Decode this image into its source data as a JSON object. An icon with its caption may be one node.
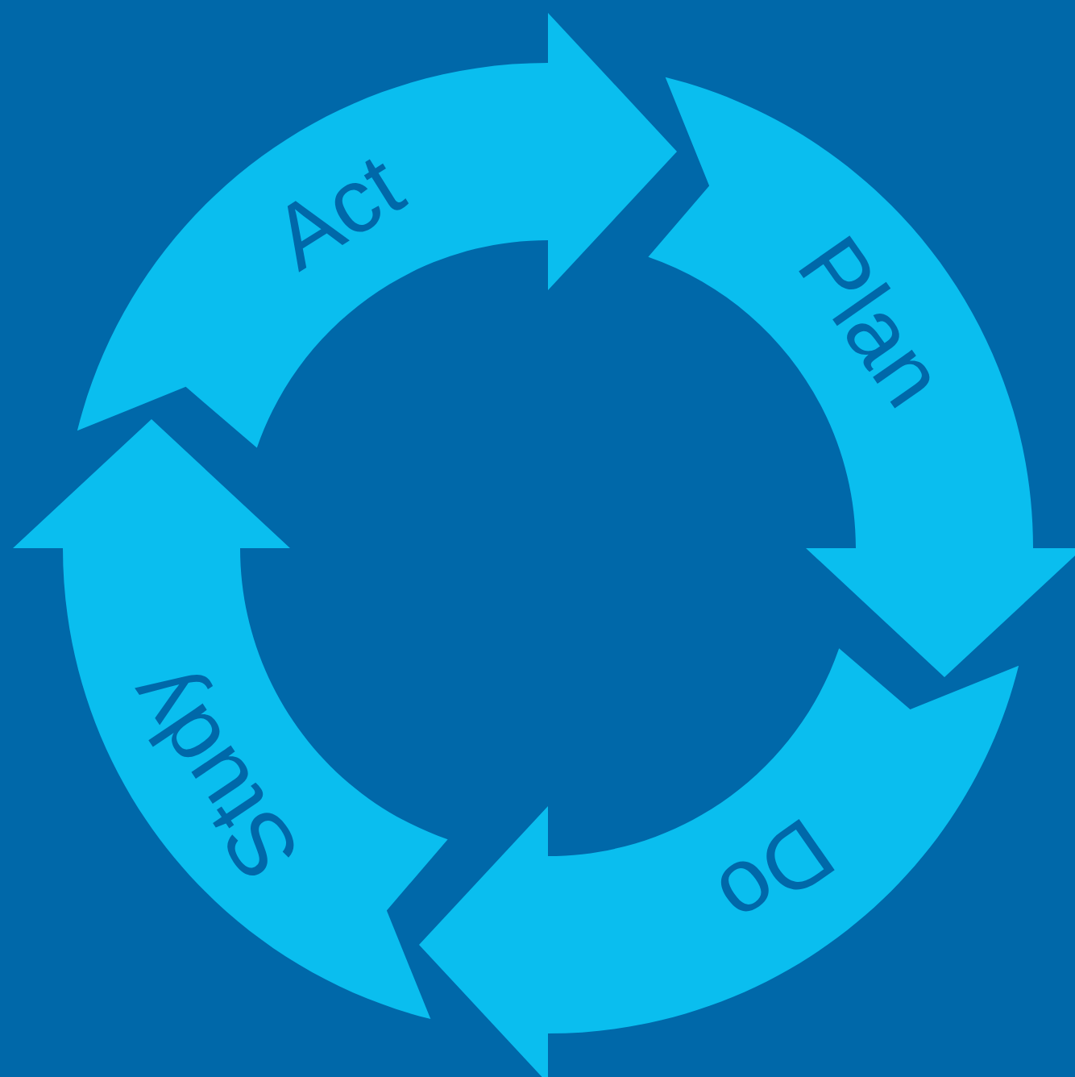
{
  "diagram": {
    "nodes": [
      {
        "text": [
          "Act"
        ]
      },
      {
        "text": [
          "Plan"
        ]
      },
      {
        "text": [
          "Do"
        ]
      },
      {
        "text": [
          "Study"
        ]
      }
    ]
  }
}
